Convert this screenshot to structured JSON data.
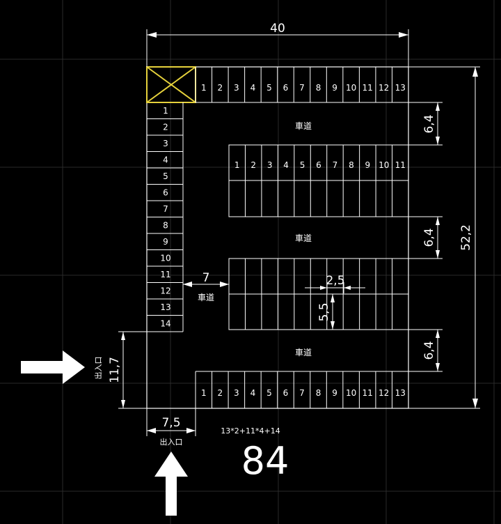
{
  "dimensions": {
    "top_width": "40",
    "right_height": "52,2",
    "aisle_1": "6,4",
    "aisle_2": "6,4",
    "aisle_3": "6,4",
    "left_aisle_width": "7",
    "stall_width": "2,5",
    "stall_depth": "5,5",
    "side_entrance_height": "11,7",
    "bottom_entrance_width": "7,5"
  },
  "labels": {
    "driveway_1": "車道",
    "driveway_2": "車道",
    "driveway_3": "車道",
    "driveway_left": "車道",
    "entrance_side": "出入口",
    "entrance_bottom": "出入口"
  },
  "formula": "13*2+11*4+14",
  "total": "84",
  "rows": {
    "top": [
      "1",
      "2",
      "3",
      "4",
      "5",
      "6",
      "7",
      "8",
      "9",
      "10",
      "11",
      "12",
      "13"
    ],
    "middle": [
      "1",
      "2",
      "3",
      "4",
      "5",
      "6",
      "7",
      "8",
      "9",
      "10",
      "11"
    ],
    "bottom": [
      "1",
      "2",
      "3",
      "4",
      "5",
      "6",
      "7",
      "8",
      "9",
      "10",
      "11",
      "12",
      "13"
    ],
    "left": [
      "1",
      "2",
      "3",
      "4",
      "5",
      "6",
      "7",
      "8",
      "9",
      "10",
      "11",
      "12",
      "13",
      "14"
    ]
  },
  "colors": {
    "background": "#000000",
    "lines": "#ffffff",
    "highlight": "#e6d23c",
    "grid": "#2a2a2a"
  }
}
